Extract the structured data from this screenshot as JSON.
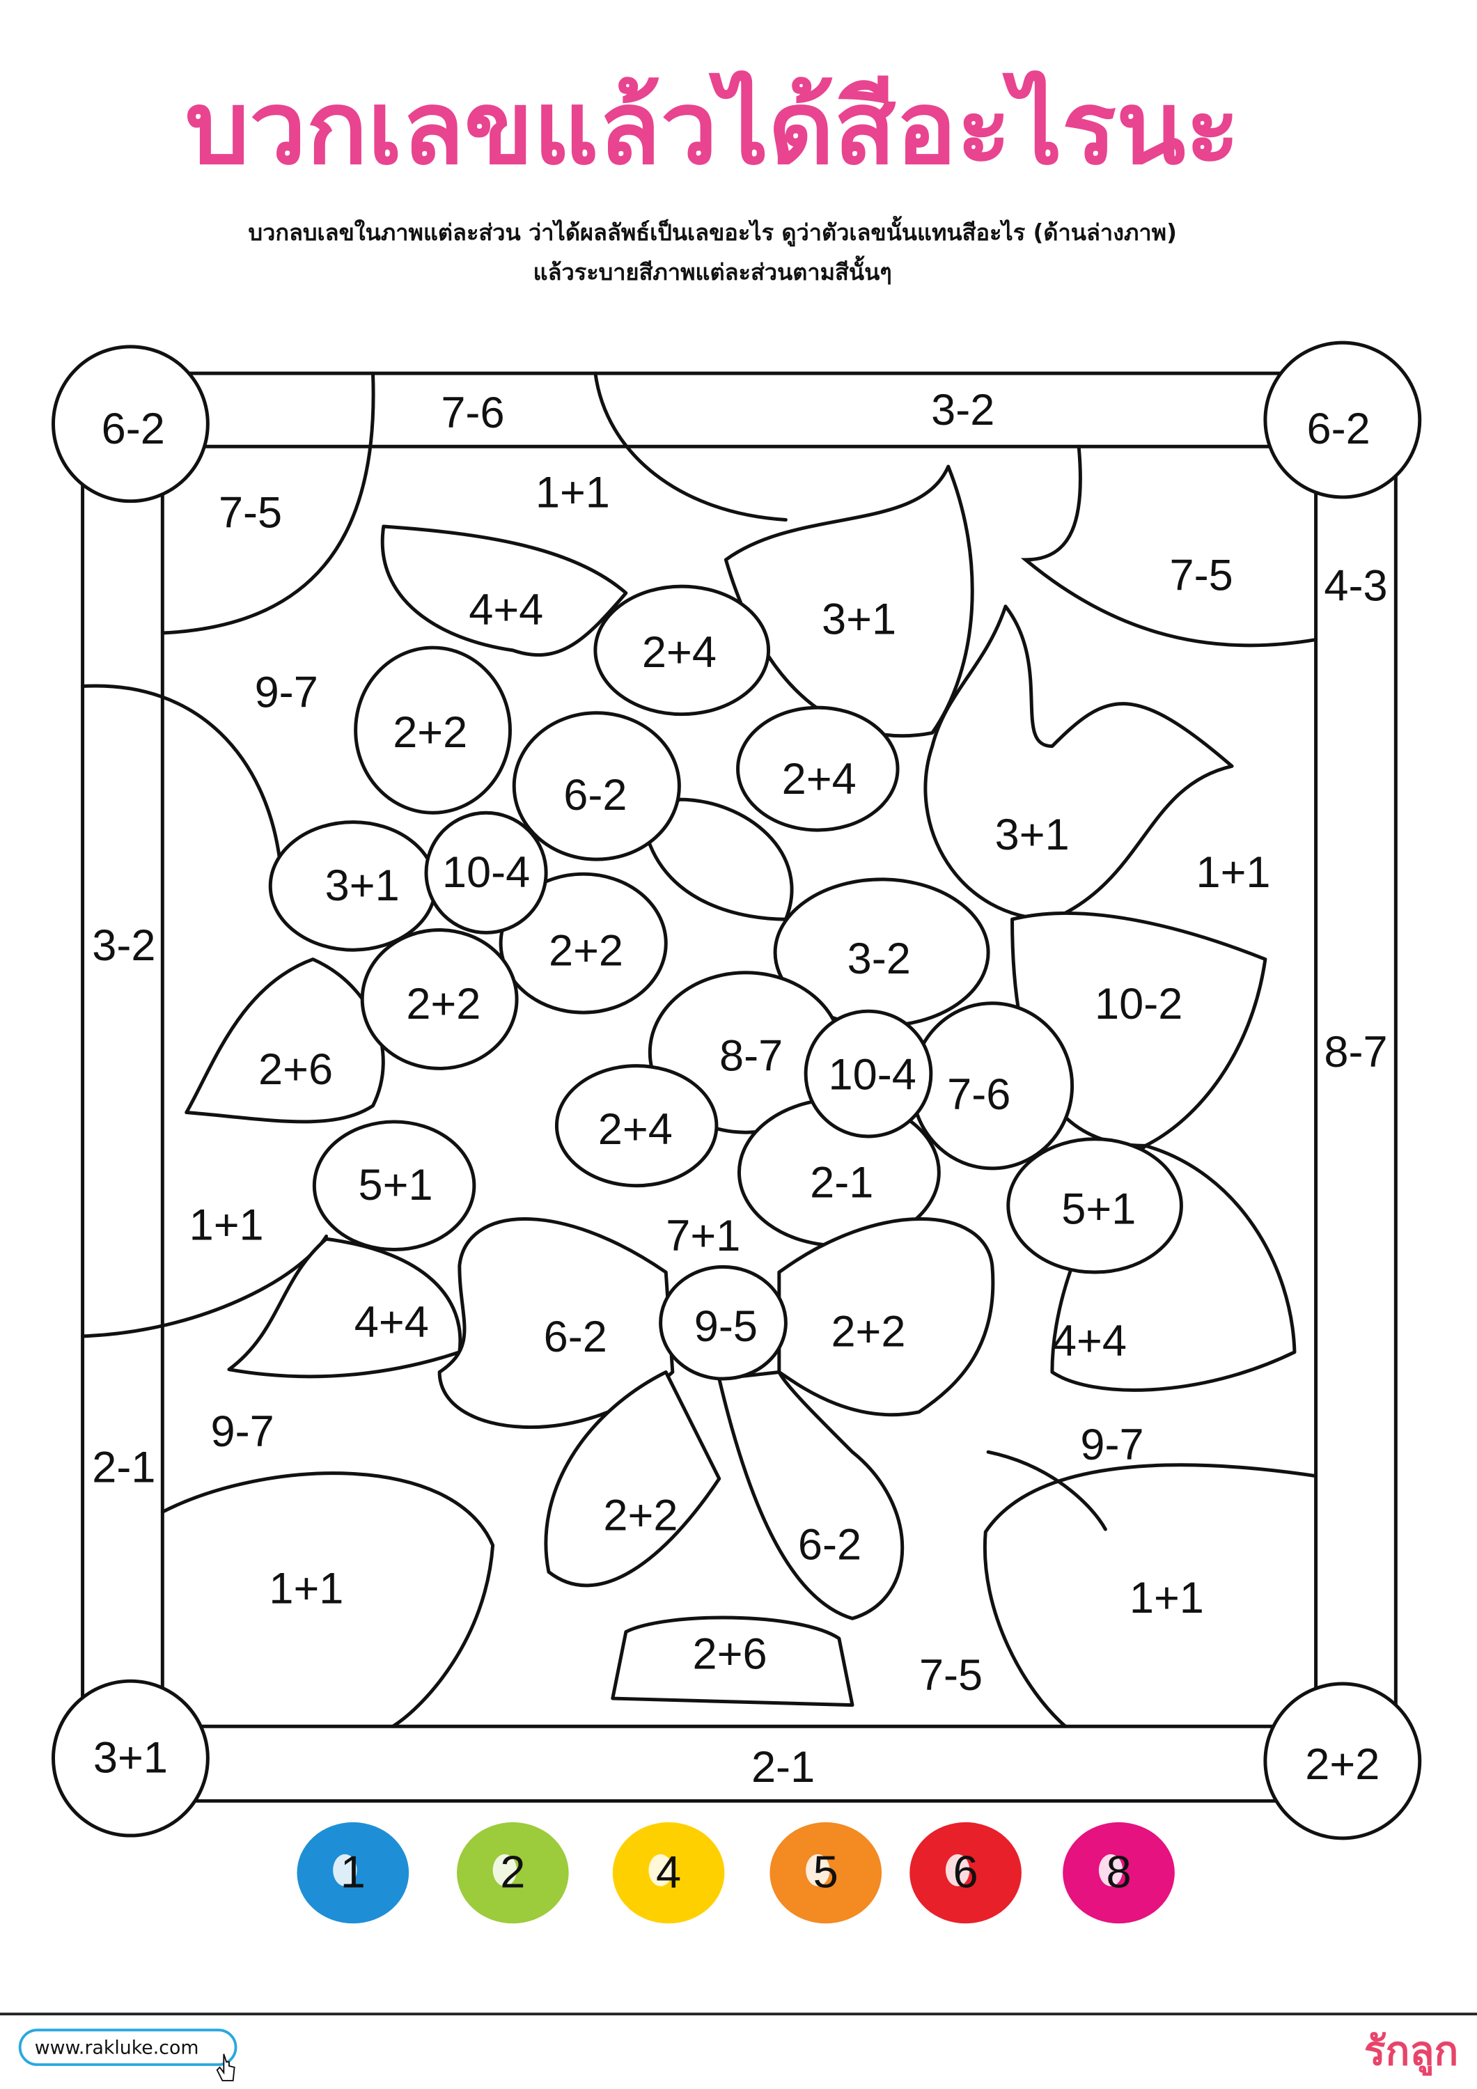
{
  "title": "บวกเลขแล้วได้สีอะไรนะ",
  "instructions": {
    "line1": "บวกลบเลขในภาพแต่ละส่วน ว่าได้ผลลัพธ์เป็นเลขอะไร ดูว่าตัวเลขนั้นแทนสีอะไร (ด้านล่างภาพ)",
    "line2": "แล้วระบายสีภาพแต่ละส่วนตามสีนั้นๆ"
  },
  "frame_labels": {
    "corner_top_left": "6-2",
    "corner_top_right": "6-2",
    "corner_bottom_left": "3+1",
    "corner_bottom_right": "2+2",
    "top_bar_left": "7-6",
    "top_bar_right": "3-2",
    "right_bar_top": "4-3",
    "right_bar_middle": "8-7",
    "left_bar_top": "3-2",
    "left_bar_bottom": "2-1",
    "bottom_bar": "2-1"
  },
  "region_labels": [
    "7-5",
    "1+1",
    "4+4",
    "2+4",
    "3+1",
    "7-5",
    "9-7",
    "2+2",
    "2+4",
    "6-2",
    "3+1",
    "10-4",
    "3+1",
    "1+1",
    "2+2",
    "3-2",
    "2+2",
    "10-2",
    "8-7",
    "10-4",
    "2+6",
    "7-6",
    "2+4",
    "5+1",
    "2-1",
    "5+1",
    "1+1",
    "7+1",
    "4+4",
    "9-5",
    "6-2",
    "2+2",
    "4+4",
    "9-7",
    "9-7",
    "2+2",
    "6-2",
    "1+1",
    "1+1",
    "2+6",
    "7-5"
  ],
  "legend": [
    {
      "number": "1",
      "color": "#1e8fd6"
    },
    {
      "number": "2",
      "color": "#9ccb3b"
    },
    {
      "number": "4",
      "color": "#ffd000"
    },
    {
      "number": "5",
      "color": "#f38a22"
    },
    {
      "number": "6",
      "color": "#e8202a"
    },
    {
      "number": "8",
      "color": "#e5127f"
    }
  ],
  "footer": {
    "url": "www.rakluke.com",
    "logo": "รักลูก"
  }
}
